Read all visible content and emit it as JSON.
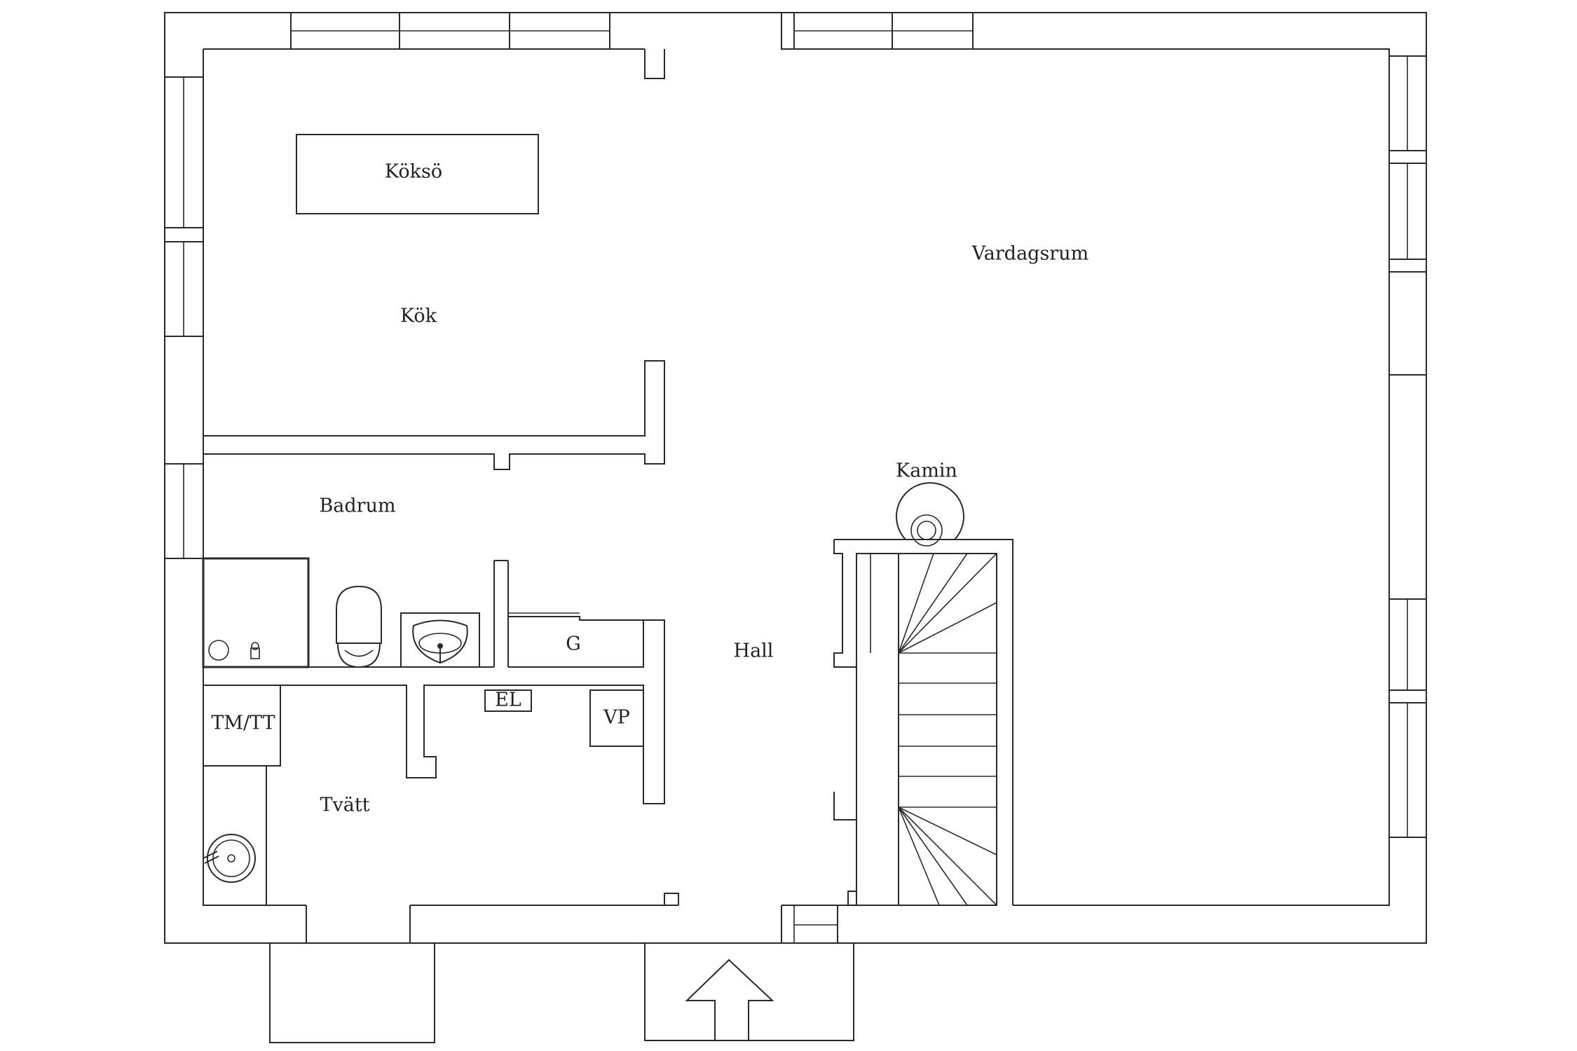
{
  "plan": {
    "labels": {
      "koks_o": "Köksö",
      "kok": "Kök",
      "vardagsrum": "Vardagsrum",
      "kamin": "Kamin",
      "badrum": "Badrum",
      "g": "G",
      "hall": "Hall",
      "el": "EL",
      "vp": "VP",
      "tm_tt": "TM/TT",
      "tvatt": "Tvätt"
    },
    "colors": {
      "line": "#2a2a2a",
      "background": "#ffffff"
    },
    "icons": [
      "toilet-icon",
      "sink-icon",
      "shower-icon",
      "fireplace-icon",
      "washbasin-icon",
      "entrance-arrow-icon"
    ]
  }
}
